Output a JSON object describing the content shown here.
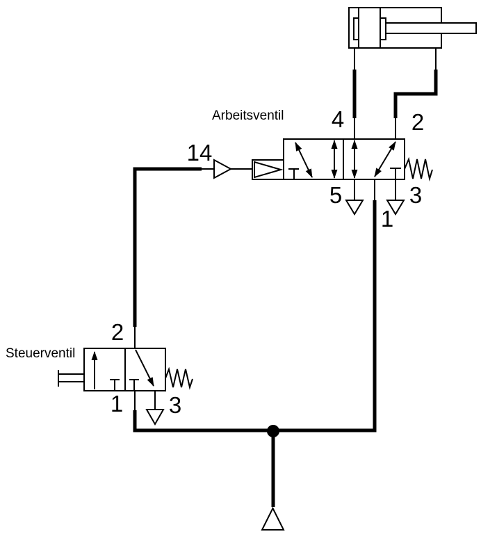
{
  "colors": {
    "line": "#000000",
    "background": "#ffffff"
  },
  "labels": {
    "working_valve": "Arbeitsventil",
    "control_valve": "Steuerventil"
  },
  "ports": {
    "working_valve": {
      "pilot": "14",
      "a": "4",
      "b": "2",
      "r": "5",
      "p": "1",
      "s": "3"
    },
    "control_valve": {
      "a": "2",
      "p": "1",
      "r": "3"
    }
  }
}
